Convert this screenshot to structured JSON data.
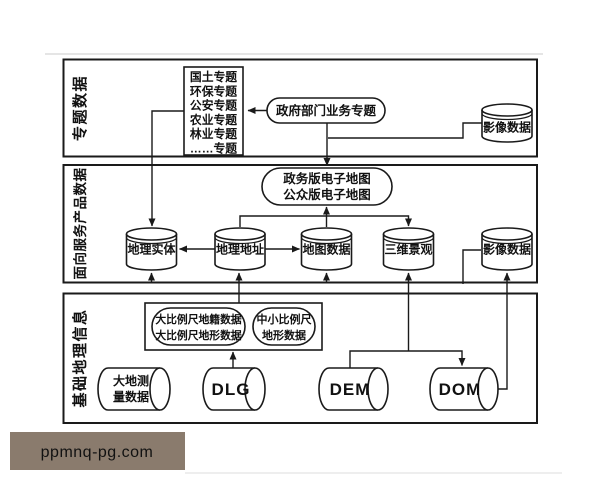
{
  "band1": {
    "label": "专题数据",
    "topics": [
      "国土专题",
      "环保专题",
      "公安专题",
      "农业专题",
      "林业专题",
      "……专题"
    ],
    "gov_topic": "政府部门业务专题",
    "image_cylinder": "影像数据"
  },
  "band2": {
    "label": "面向服务产品数据",
    "emap_line1": "政务版电子地图",
    "emap_line2": "公众版电子地图",
    "cylinders": [
      "地理实体",
      "地理地址",
      "地图数据",
      "三维景观",
      "影像数据"
    ]
  },
  "band3": {
    "label": "基础地理信息",
    "large_scale_line1": "大比例尺地籍数据",
    "large_scale_line2": "大比例尺地形数据",
    "mid_scale_line1": "中小比例尺",
    "mid_scale_line2": "地形数据",
    "cylinders": [
      {
        "line1": "大地测",
        "line2": "量数据"
      },
      {
        "line1": "DLG"
      },
      {
        "line1": "DEM"
      },
      {
        "line1": "DOM"
      }
    ]
  },
  "watermark": "ppmnq-pg.com",
  "colors": {
    "diagram_stroke": "#1a1a1a",
    "watermark_bg": "#8a7b6d",
    "watermark_text": "#d8d1c8"
  }
}
